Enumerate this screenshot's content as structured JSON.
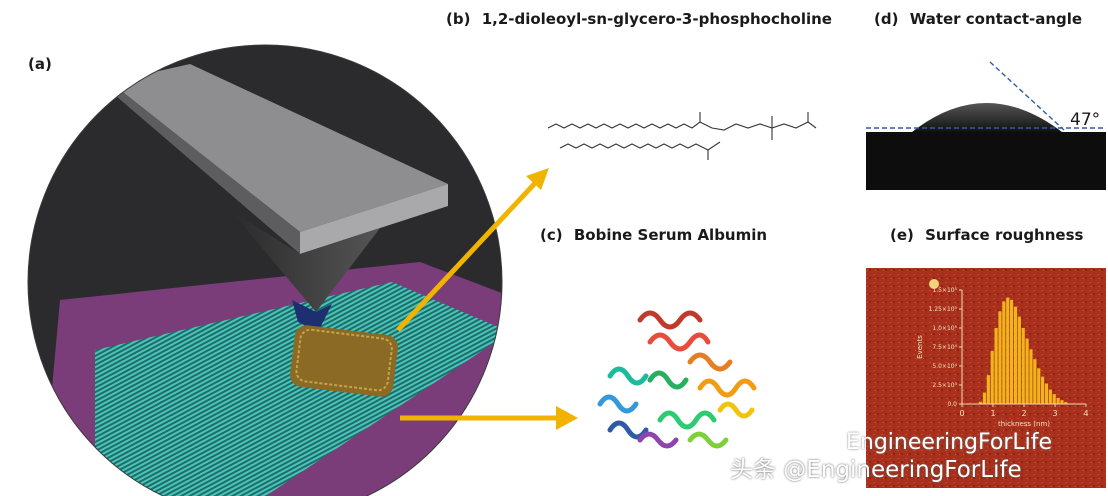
{
  "labels": {
    "a": "(a)",
    "b": "(b)",
    "b_title": "1,2-dioleoyl-sn-glycero-3-phosphocholine",
    "c": "(c)",
    "c_title": "Bobine Serum Albumin",
    "d": "(d)",
    "d_title": "Water contact-angle",
    "e": "(e)",
    "e_title": "Surface roughness"
  },
  "contact_angle": {
    "value": "47°"
  },
  "histogram": {
    "type": "bar",
    "xlabel": "thickness (nm)",
    "ylabel": "Events",
    "x_ticks": [
      "0",
      "1",
      "2",
      "3",
      "4"
    ],
    "y_ticks": [
      "0.0",
      "2.5×10⁴",
      "5.0×10⁴",
      "7.5×10⁴",
      "1.0×10⁵",
      "1.25×10⁵",
      "1.5×10⁵"
    ],
    "xlim": [
      0,
      4
    ],
    "ylim": [
      0,
      150000
    ],
    "bin_centers": [
      0.6,
      0.725,
      0.85,
      0.975,
      1.1,
      1.225,
      1.35,
      1.475,
      1.6,
      1.725,
      1.85,
      1.975,
      2.1,
      2.225,
      2.35,
      2.475,
      2.6,
      2.725,
      2.85,
      2.975,
      3.1,
      3.225,
      3.35
    ],
    "values": [
      3000,
      15000,
      38000,
      70000,
      100000,
      122000,
      135000,
      140000,
      137000,
      128000,
      115000,
      100000,
      86000,
      72000,
      59000,
      47000,
      36000,
      27000,
      19000,
      13000,
      8000,
      5000,
      2500
    ]
  },
  "watermark": {
    "brand": "EngineeringForLife",
    "source": "头条 @EngineeringForLife"
  },
  "colors": {
    "arrow": "#f0b400",
    "afm_background": "#a8301c",
    "histogram_bar": "#f2b41c",
    "membrane": "#2ea59b",
    "substrate": "#7a3d7a"
  }
}
